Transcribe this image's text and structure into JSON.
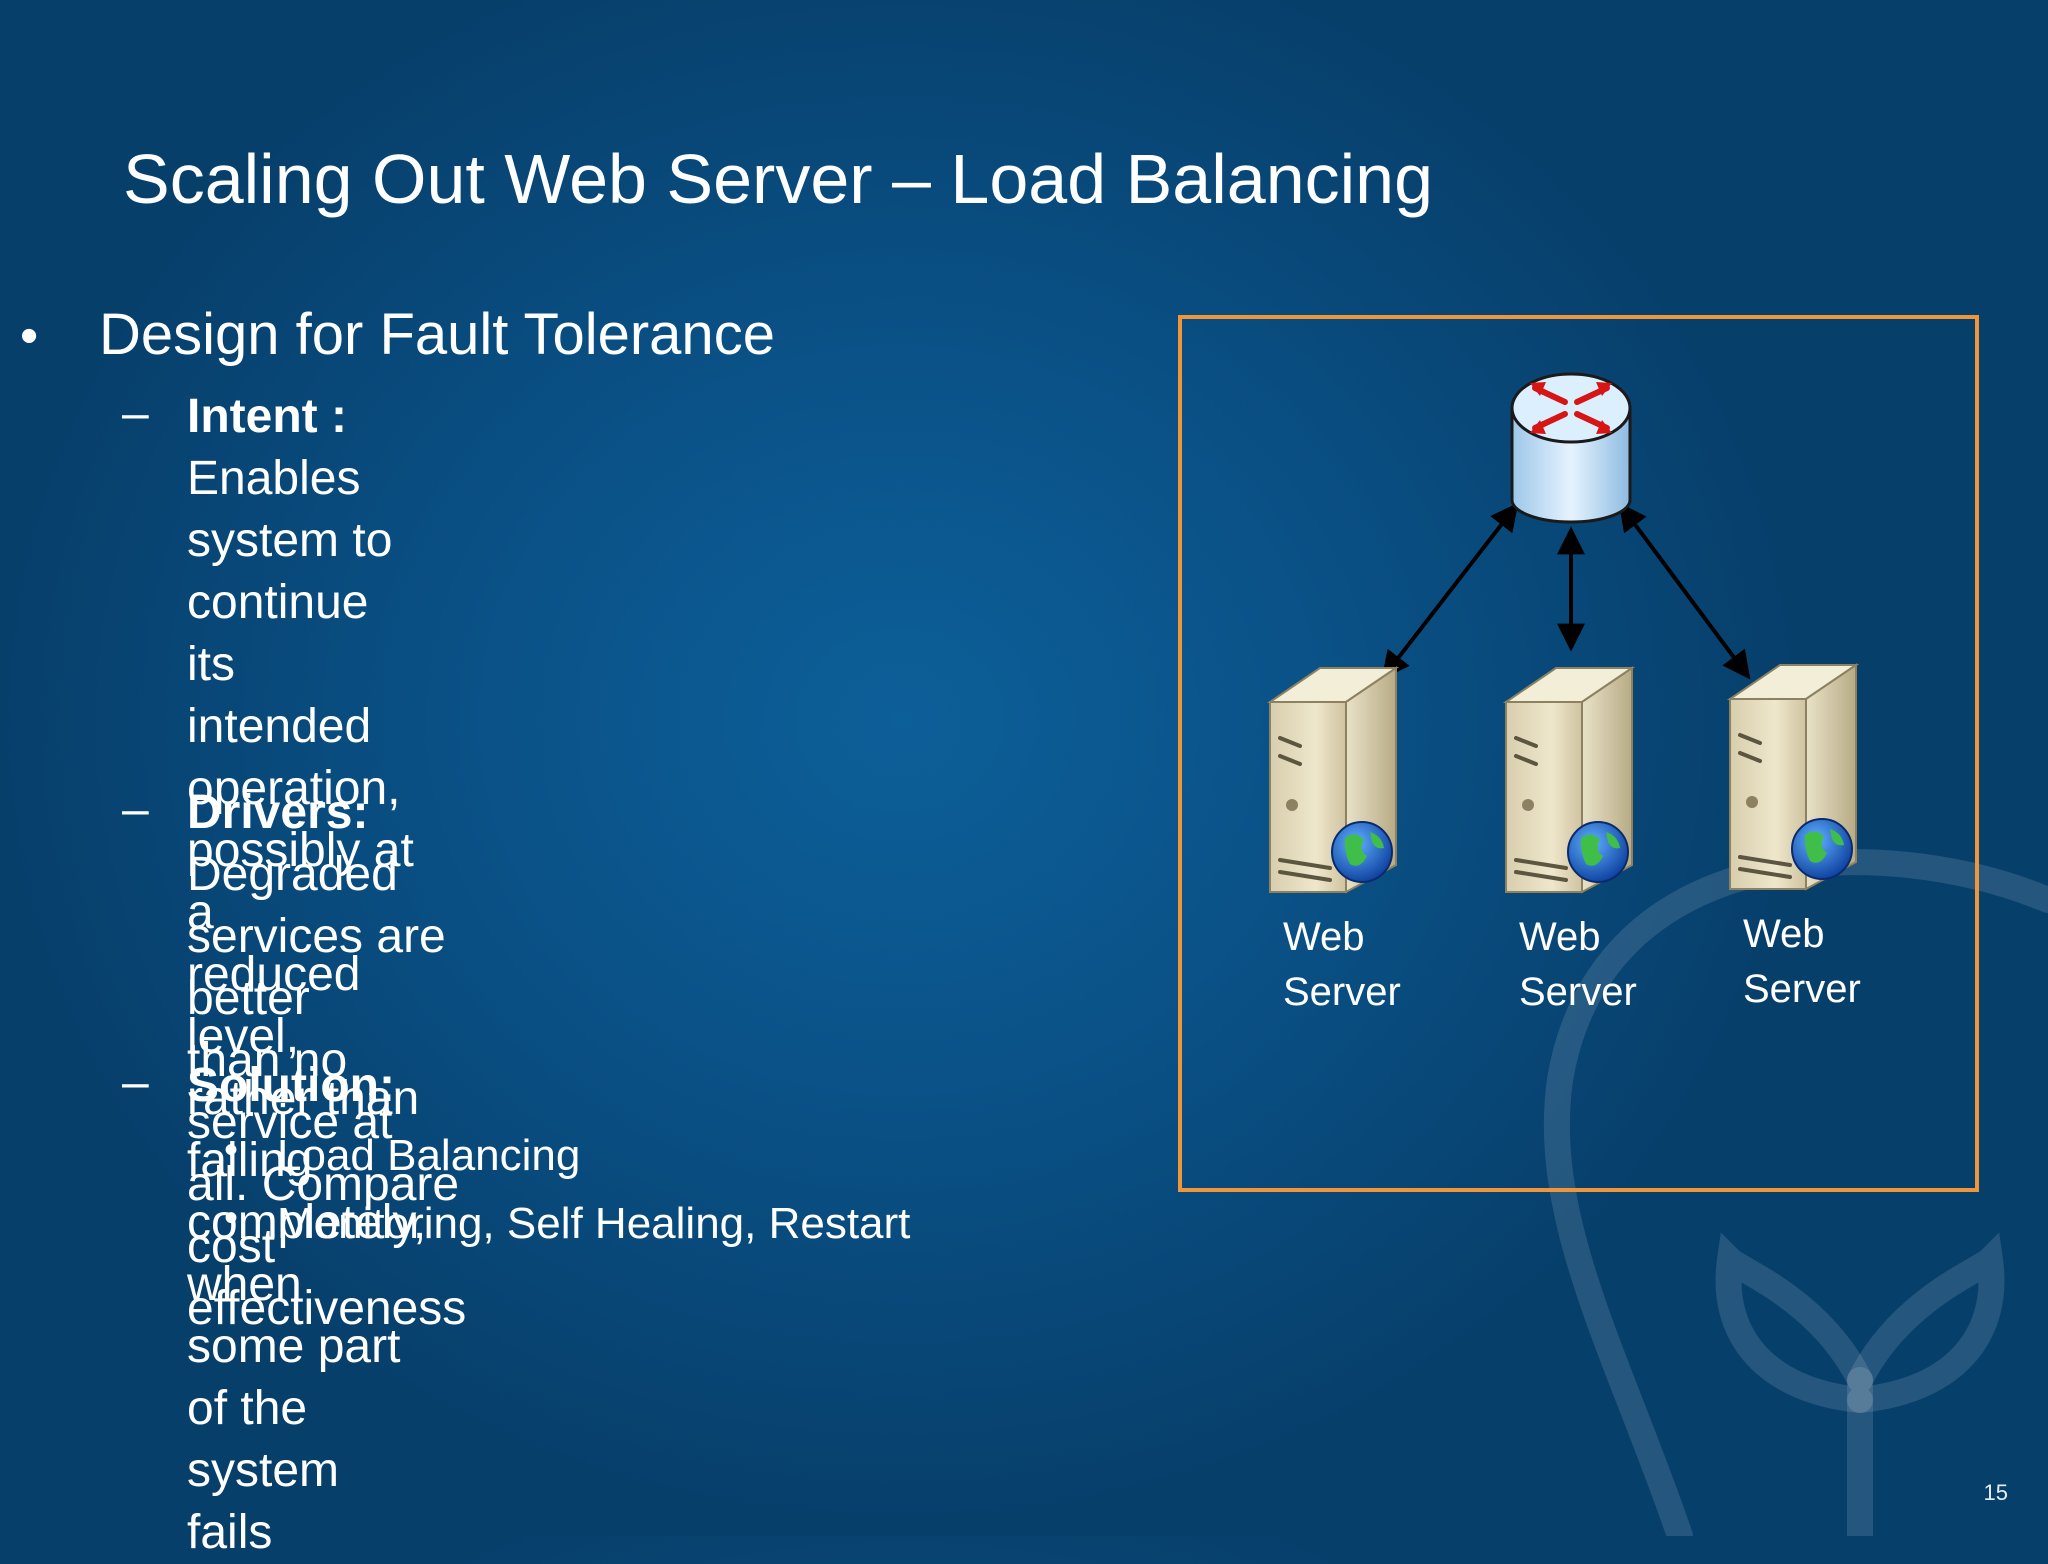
{
  "slide": {
    "title": "Scaling Out Web Server – Load Balancing",
    "number": "15"
  },
  "bullets": {
    "main": "Design for Fault Tolerance",
    "intent": {
      "label": "Intent :",
      "lines": [
        "Enables system to continue its",
        "intended operation, possibly at a",
        "reduced level, rather than failing",
        "completely, when some part of the",
        "system fails"
      ]
    },
    "drivers": {
      "label": "Drivers:",
      "lines": [
        "Degraded services are better",
        "than no service at all. Compare cost",
        "effectiveness"
      ]
    },
    "solution": {
      "label": "Solution:",
      "items": [
        "Load Balancing",
        "Monitoring, Self Healing, Restart"
      ]
    }
  },
  "diagram": {
    "servers": [
      {
        "line1": "Web",
        "line2": "Server"
      },
      {
        "line1": "Web",
        "line2": "Server"
      },
      {
        "line1": "Web",
        "line2": "Server"
      }
    ],
    "frame_color": "#f0963a"
  },
  "icons": {
    "bullet": "•",
    "dash": "–",
    "router": "router-icon",
    "server": "server-icon",
    "globe": "globe-icon"
  }
}
